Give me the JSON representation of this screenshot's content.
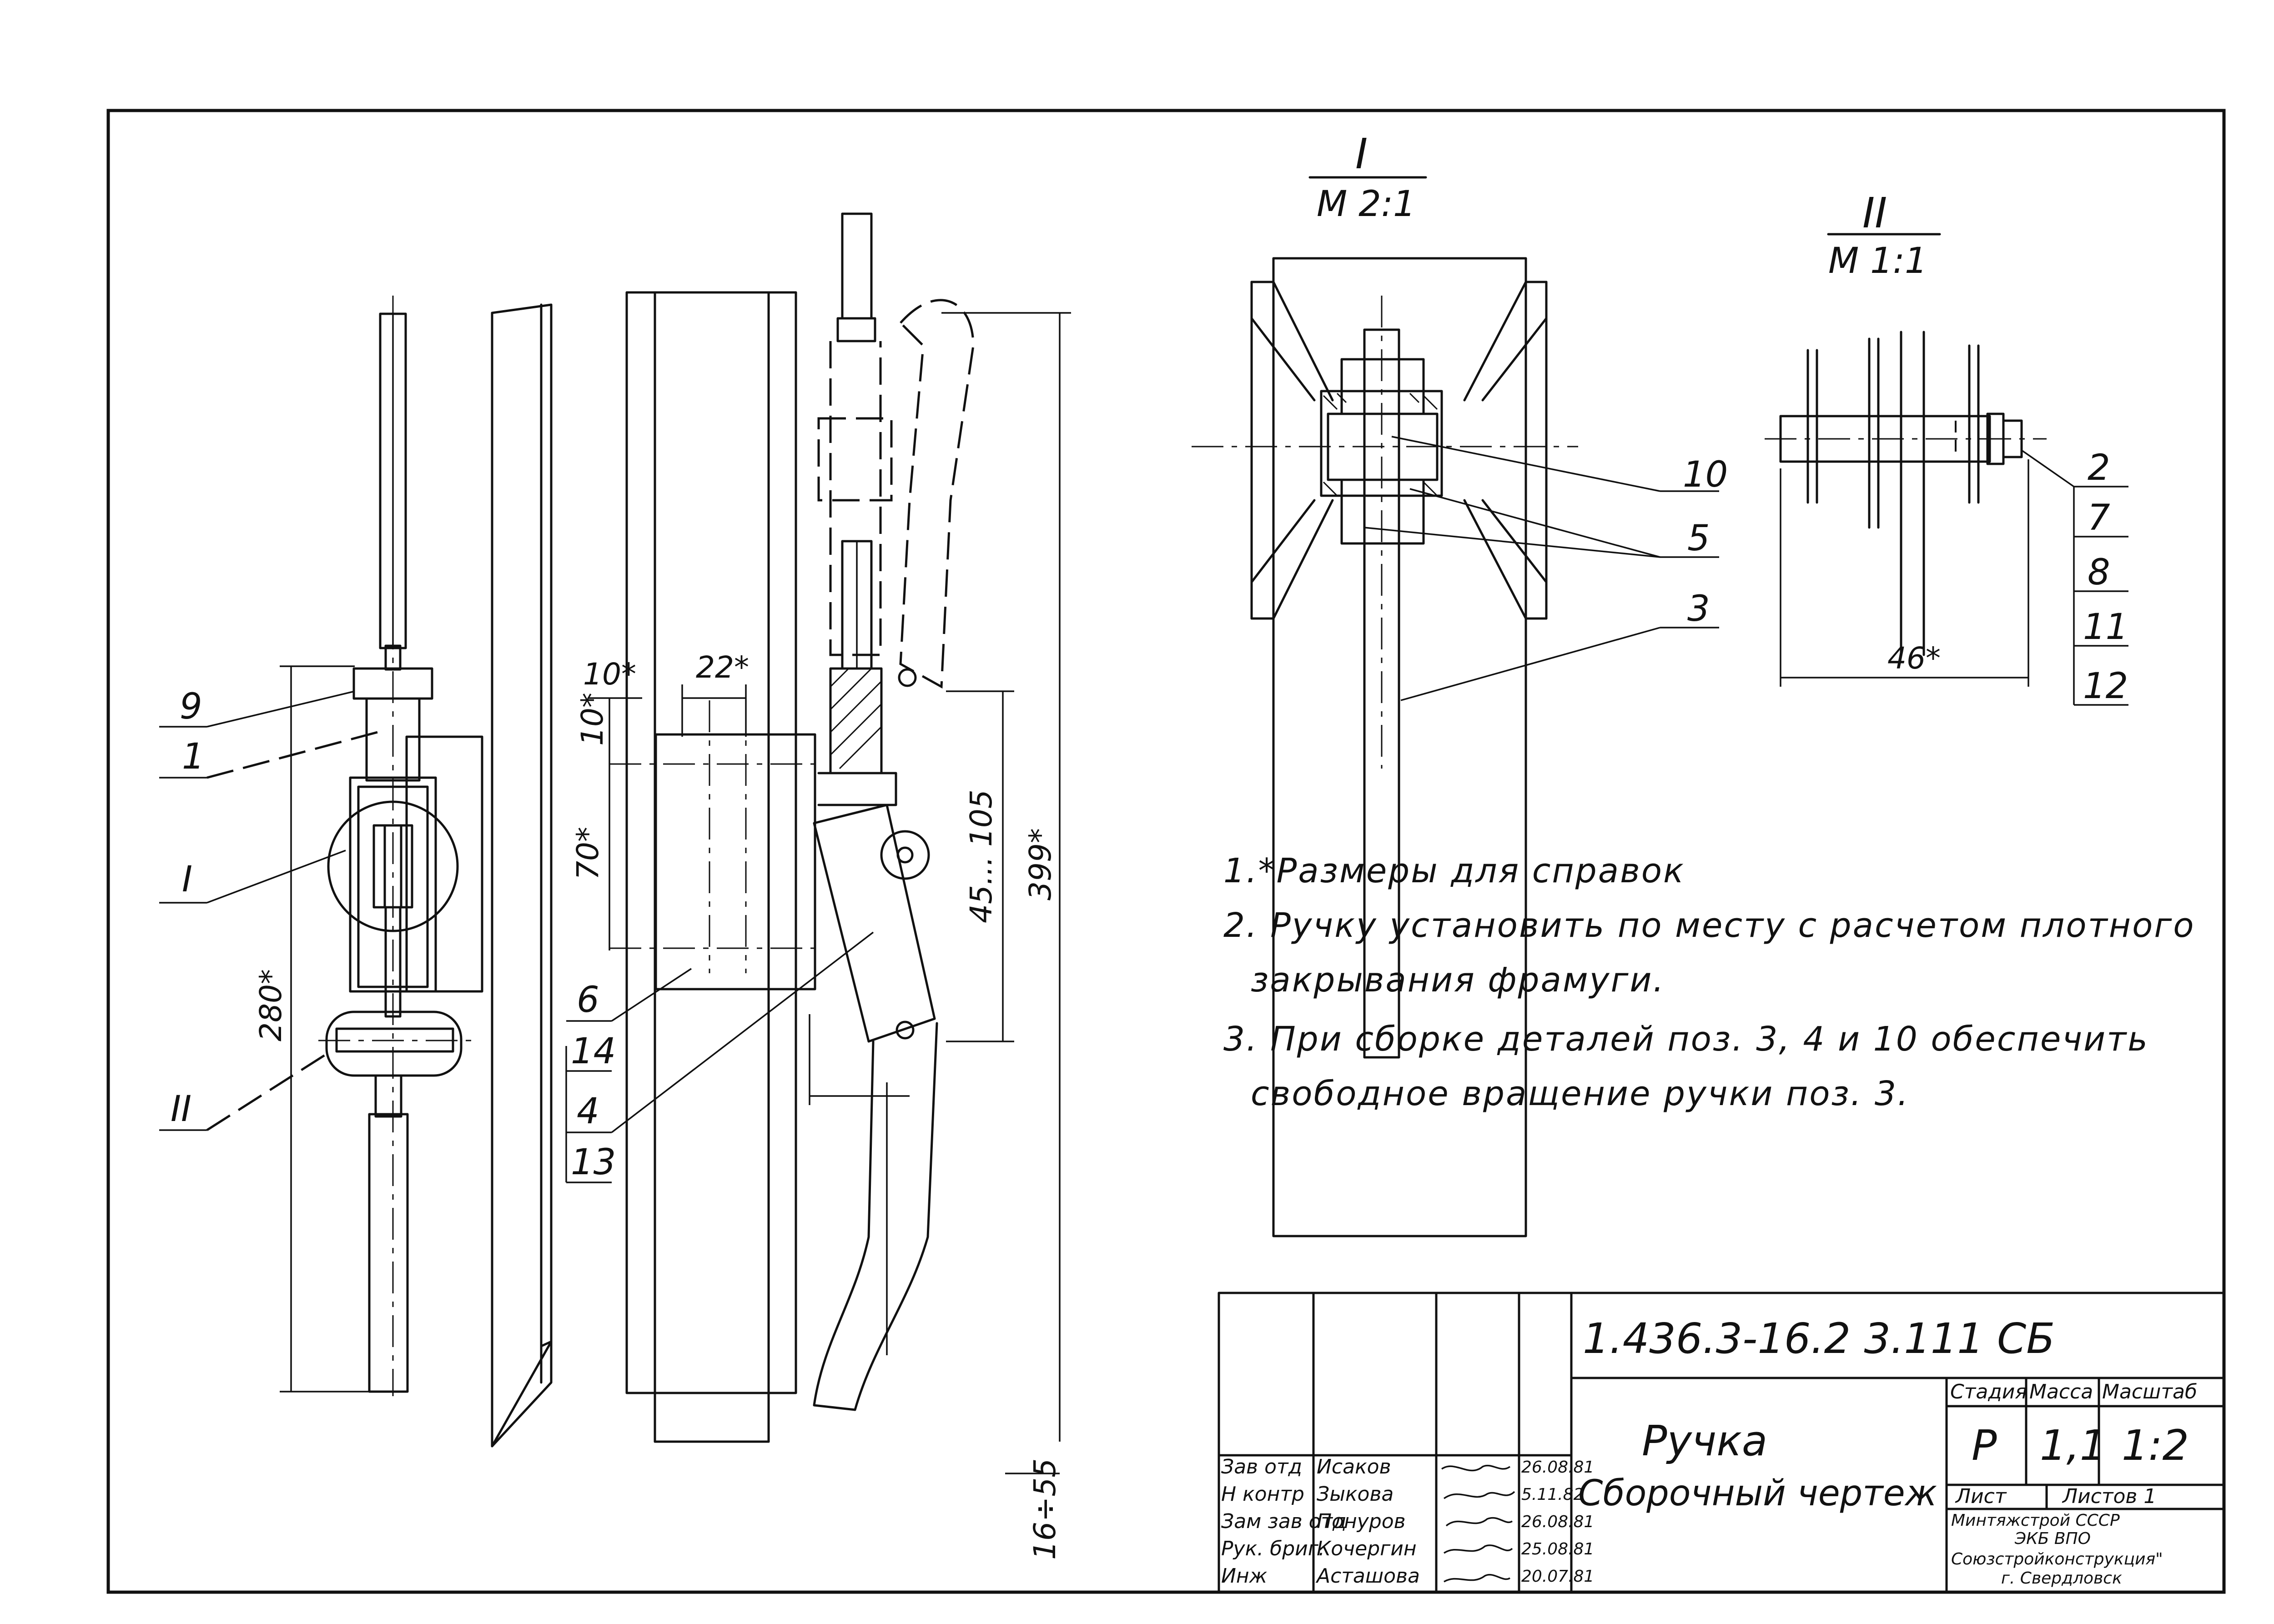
{
  "drawing": {
    "code": "1.436.3-16.2 3.111 СБ",
    "title": "Ручка",
    "subtitle": "Сборочный чертеж"
  },
  "views": {
    "detail_one": {
      "label": "I",
      "scale": "М 2:1"
    },
    "detail_two": {
      "label": "II",
      "scale": "М 1:1"
    }
  },
  "main_view": {
    "callouts": [
      "9",
      "1",
      "I",
      "II",
      "6",
      "14",
      "4",
      "13"
    ],
    "dims": {
      "d280": "280*",
      "d10a": "10*",
      "d10b": "10*",
      "d22": "22*",
      "d70": "70*",
      "d45_105": "45... 105",
      "d399": "399*",
      "d16": "16÷55"
    }
  },
  "detail_one": {
    "callouts": [
      "10",
      "5",
      "3"
    ]
  },
  "detail_two": {
    "callouts": [
      "2",
      "7",
      "8",
      "11",
      "12"
    ],
    "dim46": "46*"
  },
  "notes": [
    "1.*Размеры для справок",
    "2. Ручку установить по месту с расчетом плотного",
    "закрывания фрамуги.",
    "3. При сборке деталей поз. 3, 4 и 10 обеспечить",
    "свободное вращение ручки поз. 3."
  ],
  "title_block": {
    "roles": [
      "Зав отд",
      "Н контр",
      "Зам зав отд",
      "Рук. бриг.",
      "Инж"
    ],
    "names": [
      "Исаков",
      "Зыкова",
      "Понуров",
      "Кочергин",
      "Асташова"
    ],
    "dates": [
      "26.08.81",
      "5.11.82",
      "26.08.81",
      "25.08.81",
      "20.07.81"
    ],
    "stage_header": "Стадия",
    "mass_header": "Масса",
    "scale_header": "Масштаб",
    "stage": "Р",
    "mass": "1,1",
    "scale": "1:2",
    "sheet_label": "Лист",
    "sheets_label": "Листов 1",
    "org": [
      "Минтяжстрой СССР",
      "ЭКБ ВПО",
      "Союзстройконструкция\"",
      "г. Свердловск"
    ]
  }
}
